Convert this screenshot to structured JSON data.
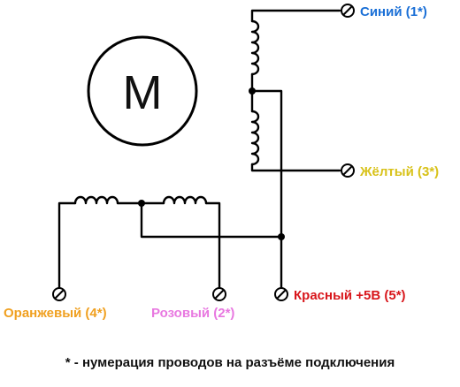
{
  "motor": {
    "symbol": "M"
  },
  "terminals": {
    "blue": {
      "label": "Синий (1*)",
      "color": "#1a6fd6"
    },
    "yellow": {
      "label": "Жёлтый (3*)",
      "color": "#d8c21a"
    },
    "red": {
      "label": "Красный +5В (5*)",
      "color": "#d8161b"
    },
    "orange": {
      "label": "Оранжевый (4*)",
      "color": "#f0a020"
    },
    "pink": {
      "label": "Розовый (2*)",
      "color": "#e878e0"
    }
  },
  "footnote": "* - нумерация проводов на разъёме подключения"
}
